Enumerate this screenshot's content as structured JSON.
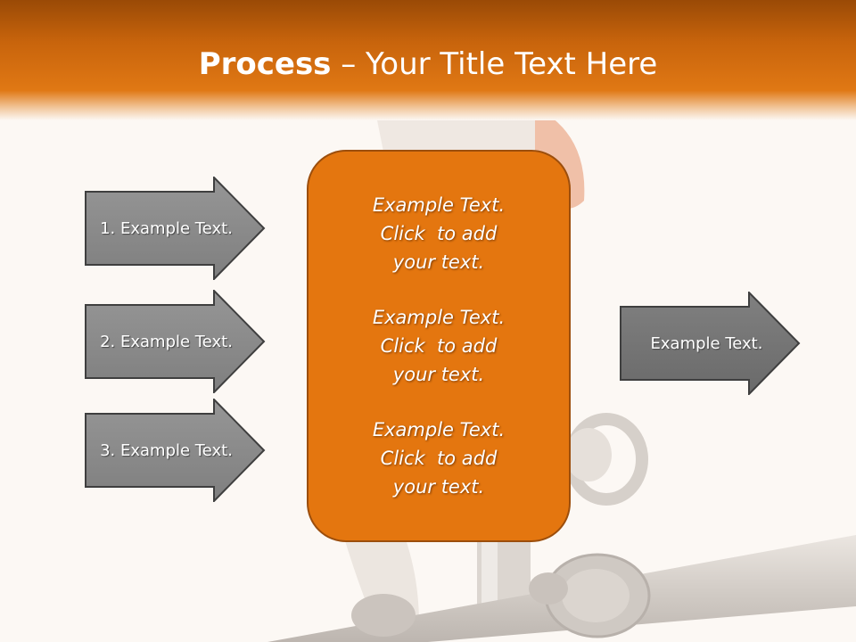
{
  "slide": {
    "title_bold": "Process",
    "title_rest": " – Your Title Text Here"
  },
  "left_arrows": [
    {
      "label": "1. Example Text."
    },
    {
      "label": "2. Example Text."
    },
    {
      "label": "3. Example Text."
    }
  ],
  "center_box": {
    "blocks": [
      {
        "line1": "Example Text.",
        "line2": "Click  to add",
        "line3": "your text."
      },
      {
        "line1": "Example Text.",
        "line2": "Click  to add",
        "line3": "your text."
      },
      {
        "line1": "Example Text.",
        "line2": "Click  to add",
        "line3": "your text."
      }
    ]
  },
  "right_arrow": {
    "label": "Example Text."
  },
  "colors": {
    "header_orange": "#e07814",
    "box_orange": "#e4760f",
    "arrow_gray": "#8a8a8a",
    "background": "#fcf8f4"
  }
}
